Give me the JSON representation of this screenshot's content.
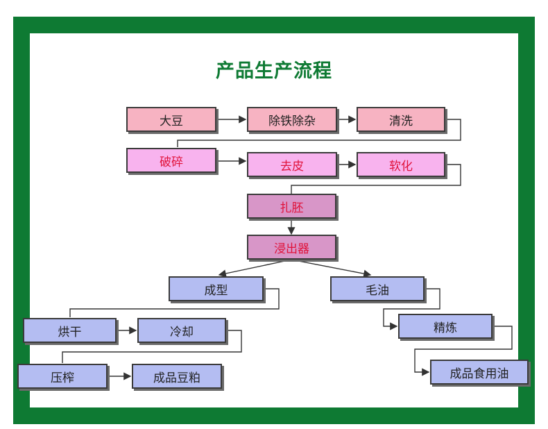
{
  "title": "产品生产流程",
  "colors": {
    "border": "#0e7a33",
    "stage1": "#f7b3c2",
    "stage2": "#f8b3ee",
    "stage3": "#d896c8",
    "stage4": "#b4bdf2",
    "highlight_text": "#e0123a"
  },
  "nodes": {
    "dadou": "大豆",
    "chutie": "除铁除杂",
    "qingxi": "清洗",
    "posui": "破碎",
    "qupi": "去皮",
    "ruanhua": "软化",
    "zhapei": "扎胚",
    "jinchuqi": "浸出器",
    "chengxing": "成型",
    "maoyou": "毛油",
    "honggan": "烘干",
    "lengque": "冷却",
    "jinglian": "精炼",
    "yazha": "压榨",
    "doupo": "成品豆粕",
    "shiyongyou": "成品食用油"
  }
}
